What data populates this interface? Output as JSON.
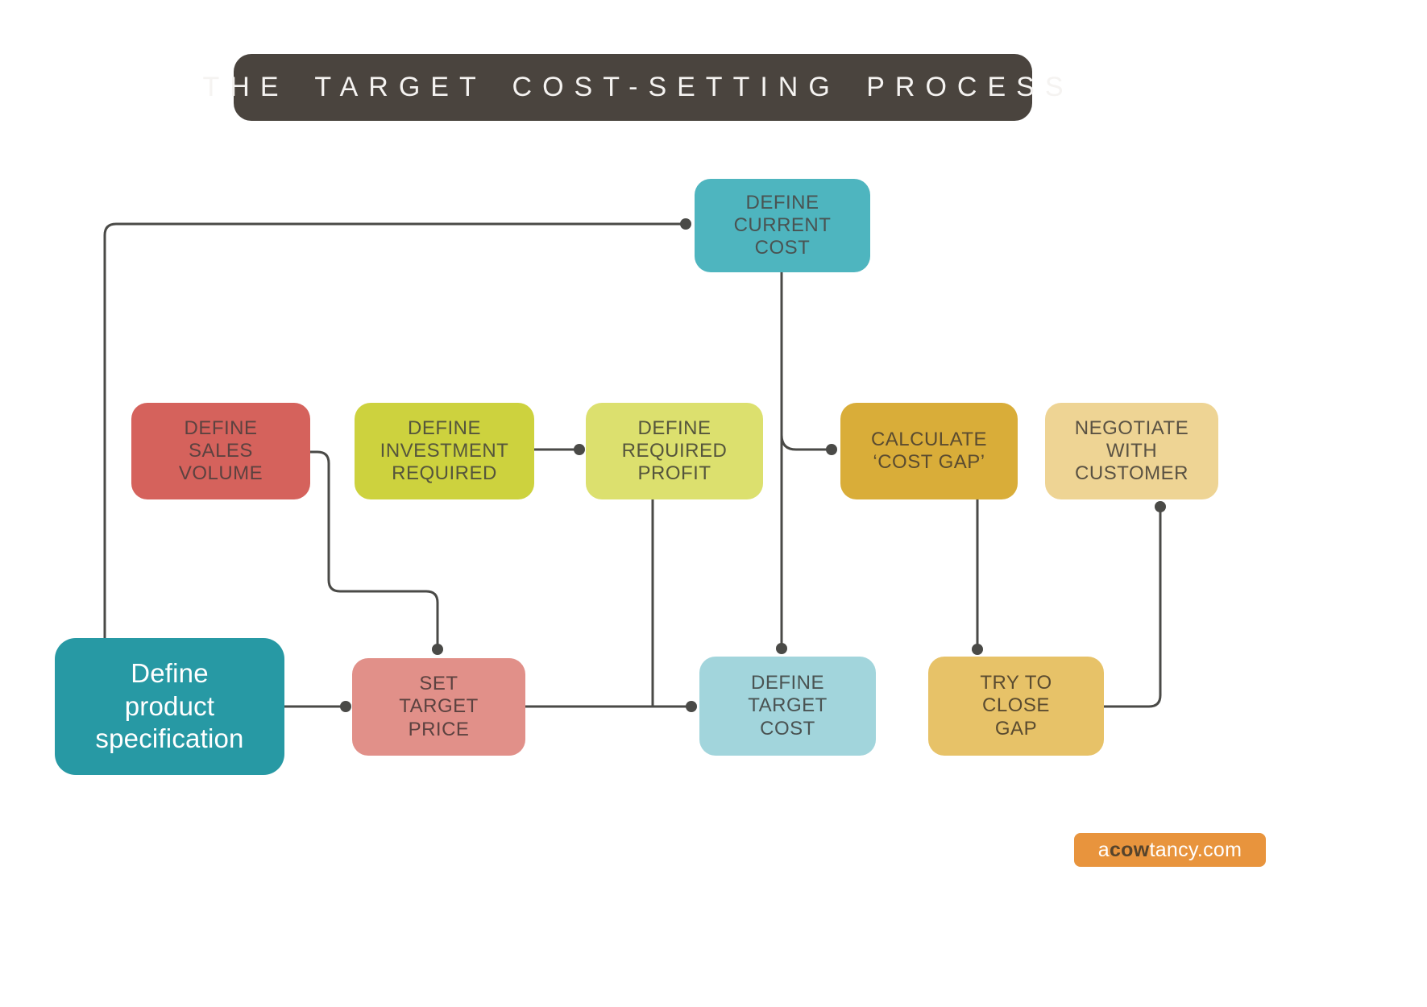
{
  "title": "THE TARGET COST-SETTING PROCESS",
  "colors": {
    "title_bg": "#4a443e",
    "title_text": "#f5f3f1",
    "line": "#4a4a47"
  },
  "nodes": [
    {
      "id": "define-current-cost",
      "label": "DEFINE\nCURRENT\nCOST",
      "bg": "#4eb5bf",
      "text": "#4a5352"
    },
    {
      "id": "define-sales-volume",
      "label": "DEFINE\nSALES\nVOLUME",
      "bg": "#d5625c",
      "text": "#5c4240"
    },
    {
      "id": "define-investment-required",
      "label": "DEFINE\nINVESTMENT\nREQUIRED",
      "bg": "#cdd23e",
      "text": "#55553c"
    },
    {
      "id": "define-required-profit",
      "label": "DEFINE\nREQUIRED\nPROFIT",
      "bg": "#dce06e",
      "text": "#55553c"
    },
    {
      "id": "calculate-cost-gap",
      "label": "CALCULATE\n‘COST GAP’",
      "bg": "#d9ad39",
      "text": "#5a4b30"
    },
    {
      "id": "negotiate-with-customer",
      "label": "NEGOTIATE\nWITH\nCUSTOMER",
      "bg": "#eed494",
      "text": "#5a5243"
    },
    {
      "id": "define-product-specification",
      "label": "Define\nproduct\nspecification",
      "bg": "#2799a4",
      "text": "#ffffff"
    },
    {
      "id": "set-target-price",
      "label": "SET\nTARGET\nPRICE",
      "bg": "#e19089",
      "text": "#5c4240"
    },
    {
      "id": "define-target-cost",
      "label": "DEFINE\nTARGET\nCOST",
      "bg": "#a2d5dc",
      "text": "#4a5352"
    },
    {
      "id": "try-to-close-gap",
      "label": "TRY TO\nCLOSE\nGAP",
      "bg": "#e7c268",
      "text": "#5a4b30"
    }
  ],
  "logo": {
    "prefix": "a",
    "emphasis": "cow",
    "suffix": "tancy.com",
    "bg": "#e8943d",
    "text_color": "#ffffff",
    "emphasis_color": "#55432c"
  }
}
